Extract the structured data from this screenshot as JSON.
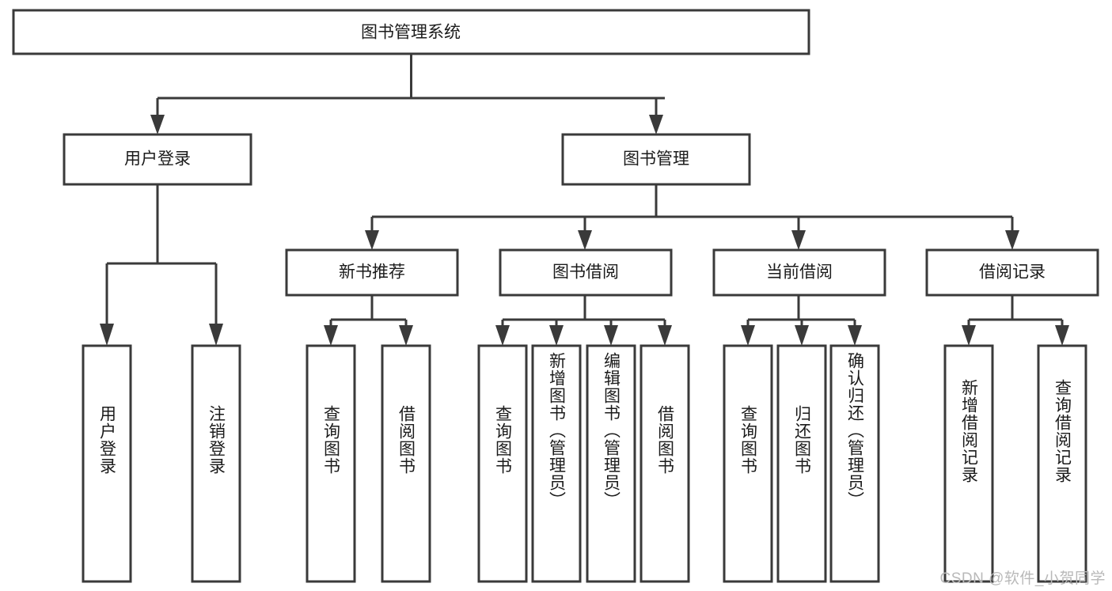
{
  "diagram": {
    "title": "图书管理系统",
    "type": "tree",
    "watermark": "CSDN @软件_小贺同学",
    "colors": {
      "box_stroke": "#3a3a3a",
      "box_fill": "#ffffff",
      "connector": "#3a3a3a",
      "text": "#1b1b1b",
      "watermark": "#b9b9b9"
    },
    "root": {
      "label": "图书管理系统"
    },
    "level2": [
      {
        "label": "用户登录"
      },
      {
        "label": "图书管理"
      }
    ],
    "level3": [
      {
        "label": "新书推荐"
      },
      {
        "label": "图书借阅"
      },
      {
        "label": "当前借阅"
      },
      {
        "label": "借阅记录"
      }
    ],
    "leaves": {
      "user_login": [
        {
          "label": "用户登录"
        },
        {
          "label": "注销登录"
        }
      ],
      "new_book_recommend": [
        {
          "label": "查询图书"
        },
        {
          "label": "借阅图书"
        }
      ],
      "book_borrow": [
        {
          "label": "查询图书"
        },
        {
          "label": "新增图书（管理员）"
        },
        {
          "label": "编辑图书（管理员）"
        },
        {
          "label": "借阅图书"
        }
      ],
      "current_borrow": [
        {
          "label": "查询图书"
        },
        {
          "label": "归还图书"
        },
        {
          "label": "确认归还（管理员）"
        }
      ],
      "borrow_records": [
        {
          "label": "新增借阅记录"
        },
        {
          "label": "查询借阅记录"
        }
      ]
    }
  }
}
